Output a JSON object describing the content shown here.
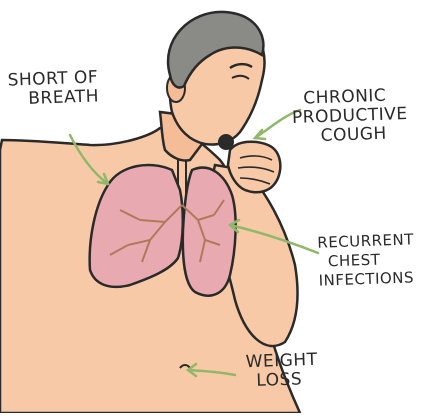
{
  "labels": {
    "short_of_breath": [
      "SHORT OF",
      "BREATH"
    ],
    "chronic_productive_cough": [
      "CHRONIC",
      "PRODUCTIVE",
      "COUGH"
    ],
    "recurrent_chest_infections": [
      "RECURRENT",
      "CHEST",
      "INFECTIONS"
    ],
    "weight_loss": [
      "WEIGHT",
      "LOSS"
    ]
  },
  "colors": {
    "skin": "#f8c9a6",
    "hair": "#8a8a86",
    "lung": "#e8aab0",
    "airway": "#d7a07c",
    "arrow": "#8fb86a",
    "outline": "#2a2a2a"
  }
}
